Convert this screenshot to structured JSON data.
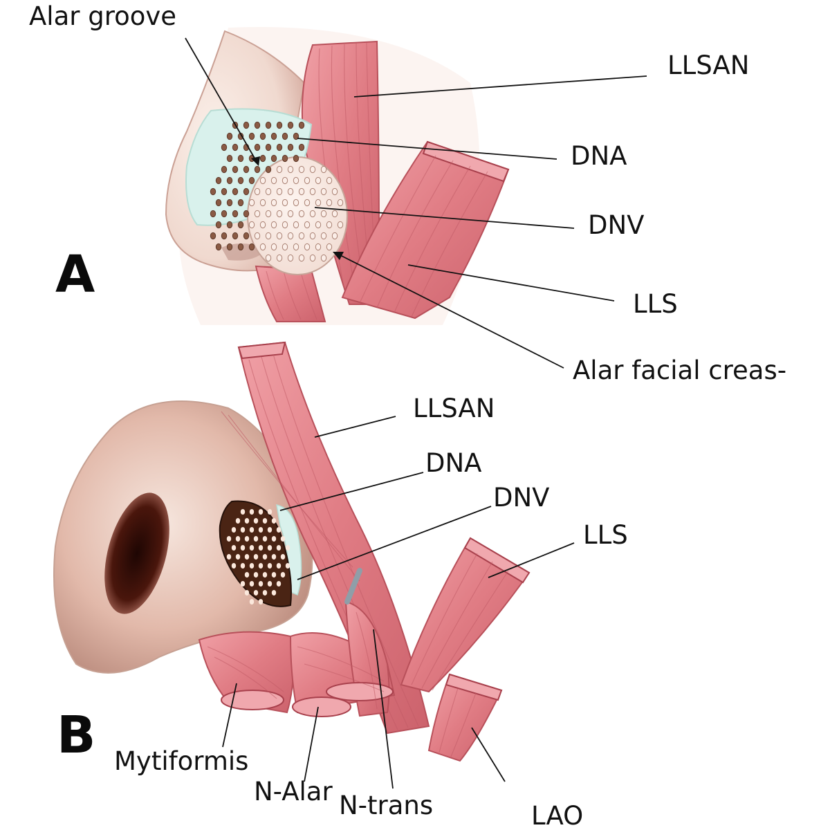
{
  "panels": {
    "a": {
      "letter": "A",
      "labels": {
        "alar_groove": "Alar groove",
        "llsan": "LLSAN",
        "dna": "DNA",
        "dnv": "DNV",
        "lls": "LLS",
        "alar_facial_crease": "Alar facial creas-"
      }
    },
    "b": {
      "letter": "B",
      "labels": {
        "llsan": "LLSAN",
        "dna": "DNA",
        "dnv": "DNV",
        "lls": "LLS",
        "mytiformis": "Mytiformis",
        "n_alar": "N-Alar",
        "n_trans": "N-trans",
        "lao": "LAO"
      }
    }
  },
  "colors": {
    "muscle": "#e07c84",
    "muscle_dark": "#b8505a",
    "skin": "#edd3c8",
    "skin_shadow": "#c29a8e",
    "fat_pad": "#d9f1ec",
    "dot": "#8a5a44",
    "nostril": "#3a0e08"
  }
}
